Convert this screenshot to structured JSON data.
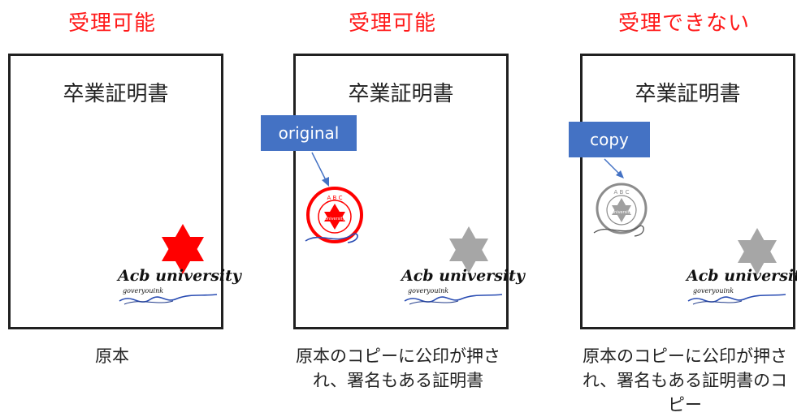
{
  "panels": [
    {
      "verdict": "受理可能",
      "doc_title": "卒業証明書",
      "university_text": "Acb university",
      "signature_text": "goveryouink",
      "star_color": "#ff0000",
      "caption": "原本"
    },
    {
      "verdict": "受理可能",
      "doc_title": "卒業証明書",
      "tag_label": "original",
      "seal_text_top": "A B C",
      "seal_text_inner": "University",
      "seal_color": "#ff0000",
      "university_text": "Acb university",
      "signature_text": "goveryouink",
      "star_color": "#a6a6a6",
      "caption": "原本のコピーに公印が押され、署名もある証明書"
    },
    {
      "verdict": "受理できない",
      "doc_title": "卒業証明書",
      "tag_label": "copy",
      "seal_text_top": "A B C",
      "seal_text_inner": "University",
      "seal_color": "#8c8c8c",
      "university_text": "Acb university",
      "signature_text": "goveryouink",
      "star_color": "#a6a6a6",
      "caption": "原本のコピーに公印が押され、署名もある証明書のコピー"
    }
  ],
  "colors": {
    "verdict_text": "#ff1a1a",
    "tag_background": "#4472c4",
    "signature_stroke": "#2a4db3"
  }
}
